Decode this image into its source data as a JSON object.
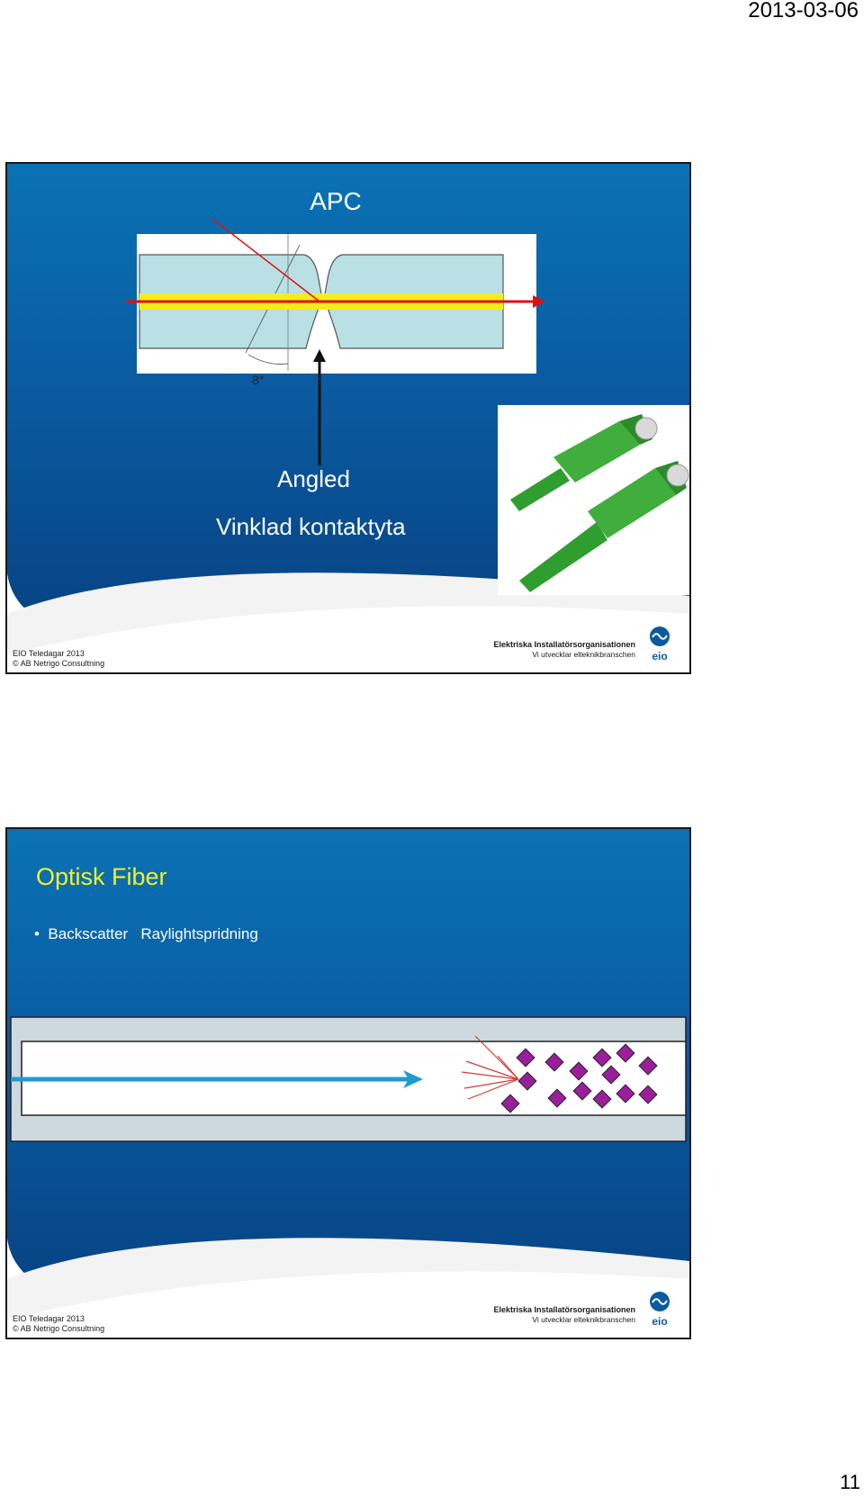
{
  "page": {
    "date": "2013-03-06",
    "number": "11"
  },
  "footer": {
    "event": "EIO Teledagar 2013",
    "copyright": "© AB Netrigo Consultning",
    "org_name": "Elektriska Installatörsorganisationen",
    "org_tagline": "Vi utvecklar elteknikbranschen",
    "logo_text": "eio"
  },
  "slide1": {
    "title": "APC",
    "angle_label": "8°",
    "caption_line1": "Angled",
    "caption_line2": "Vinklad kontaktyta",
    "colors": {
      "connector_green": "#3fae3c",
      "beam_red": "#e01010",
      "core_yellow": "#f7ec1b",
      "cladding": "#b9e0e4"
    }
  },
  "slide2": {
    "title": "Optisk Fiber",
    "bullet": "•",
    "bullet_text": "Backscatter   Raylightspridning",
    "colors": {
      "title_yellow": "#f2ef2a",
      "beam_blue": "#1f9ad0",
      "particle_purple": "#9b1f9b"
    }
  }
}
